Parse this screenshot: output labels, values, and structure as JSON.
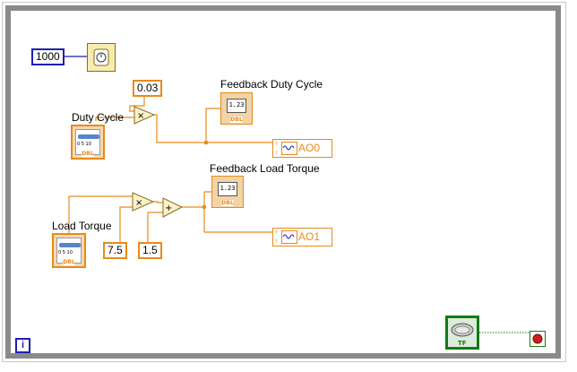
{
  "wait_ms_constant": "1000",
  "duty_scale_constant": "0.03",
  "torque_scale_constant": "7.5",
  "torque_offset_constant": "1.5",
  "labels": {
    "feedback_duty": "Feedback Duty Cycle",
    "duty_cycle": "Duty Cycle",
    "feedback_load": "Feedback Load Torque",
    "load_torque": "Load Torque"
  },
  "indicator_text": "1.23",
  "dtype": "DBL",
  "slider_ticks": "0 5 10",
  "outputs": {
    "ao0": "AO0",
    "ao1": "AO1"
  },
  "loop_cond_label": "TF",
  "info_icon": "i",
  "colors": {
    "wire_orange": "#e88a1a",
    "wire_blue": "#1f1fb8",
    "wire_green": "#137a13",
    "frame_gray": "#8a8a8a"
  }
}
